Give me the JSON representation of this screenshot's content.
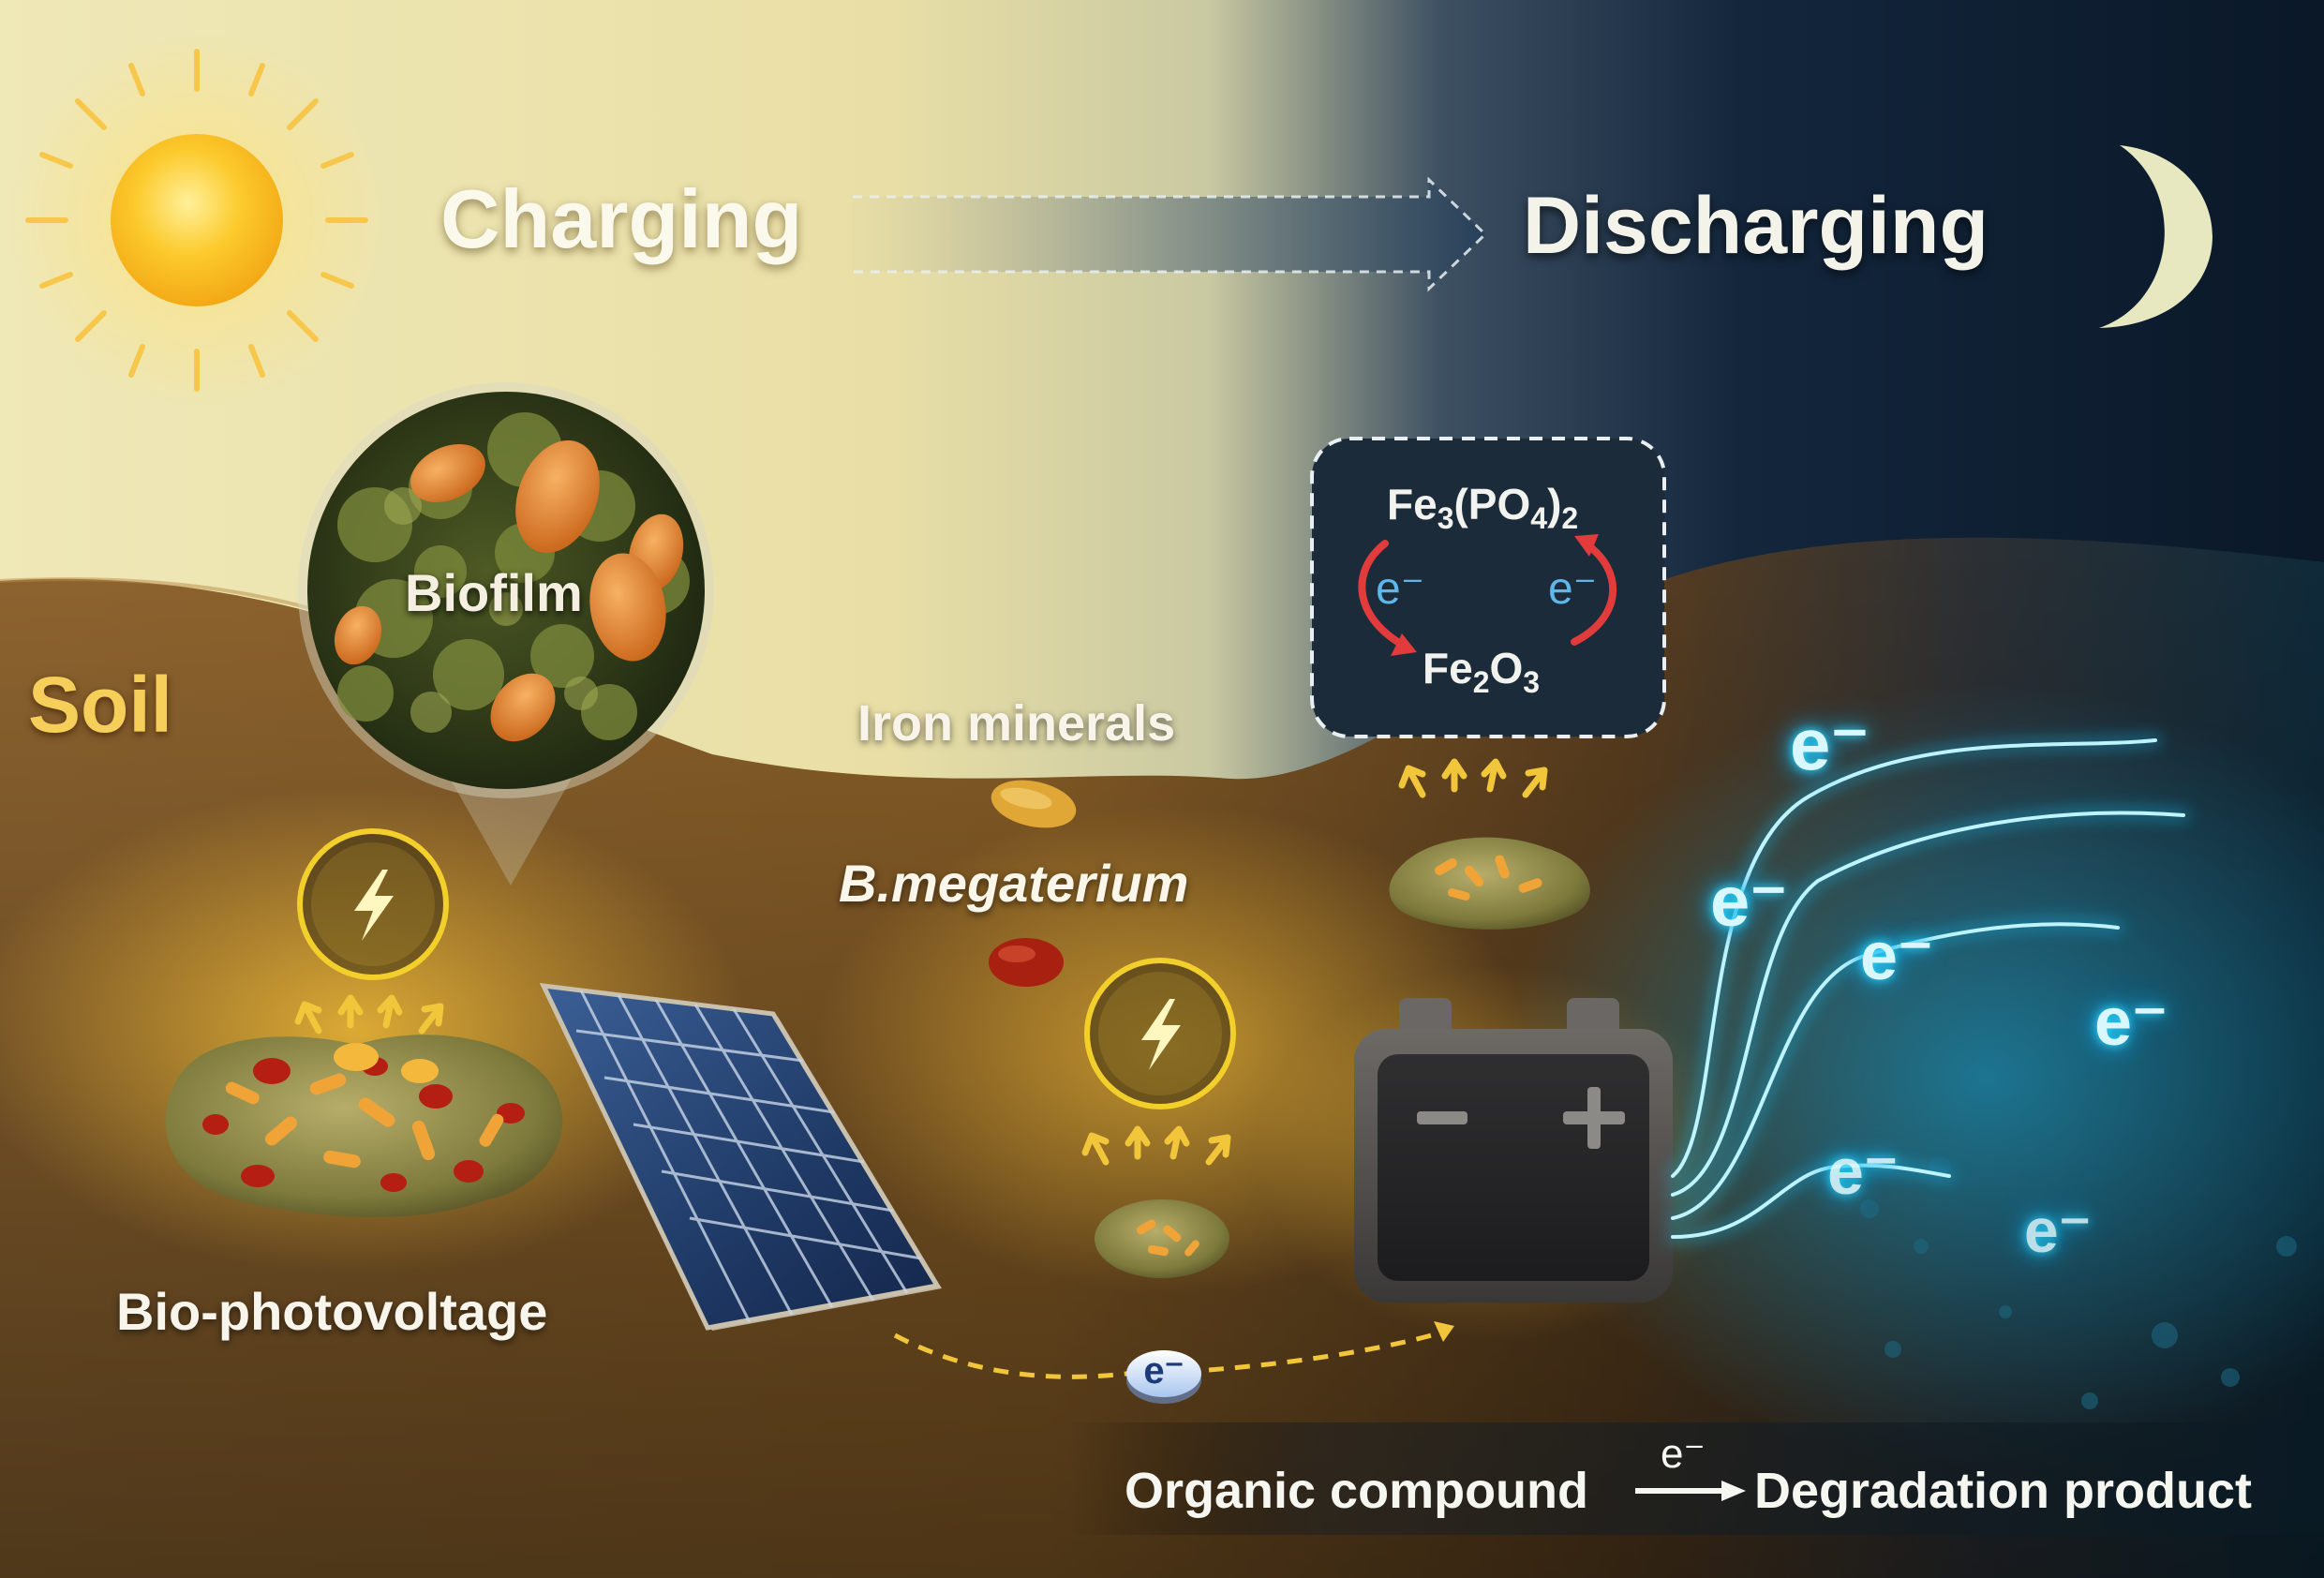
{
  "header": {
    "charging": "Charging",
    "discharging": "Discharging"
  },
  "labels": {
    "soil": "Soil",
    "biofilm": "Biofilm",
    "iron_minerals": "Iron minerals",
    "b_megaterium": "B.megaterium",
    "bio_photovoltage": "Bio-photovoltage"
  },
  "iron_cycle": {
    "top_formula": {
      "fe": "Fe",
      "fe_sub": "3",
      "mid": "(PO",
      "mid_sub": "4",
      "close": ")",
      "close_sub": "2"
    },
    "bottom_formula": {
      "fe": "Fe",
      "fe_sub": "2",
      "o": "O",
      "o_sub": "3"
    },
    "electron_left": "e⁻",
    "electron_right": "e⁻"
  },
  "transfer_electron": "e⁻",
  "released_electrons": [
    "e⁻",
    "e⁻",
    "e⁻",
    "e⁻",
    "e⁻",
    "e⁻"
  ],
  "reaction": {
    "reactant": "Organic compound",
    "electron": "e⁻",
    "product": "Degradation product"
  },
  "colors": {
    "day_sky": "#ece5b4",
    "night_sky": "#0c1c30",
    "soil": "#8a5f27",
    "sun": "#f9c52a",
    "electron_glow": "#1fd0ff",
    "bolt_ring": "#f3cf2c"
  },
  "icons": [
    "sun-icon",
    "moon-icon",
    "lightning-icon",
    "battery-icon",
    "solar-panel-icon"
  ]
}
